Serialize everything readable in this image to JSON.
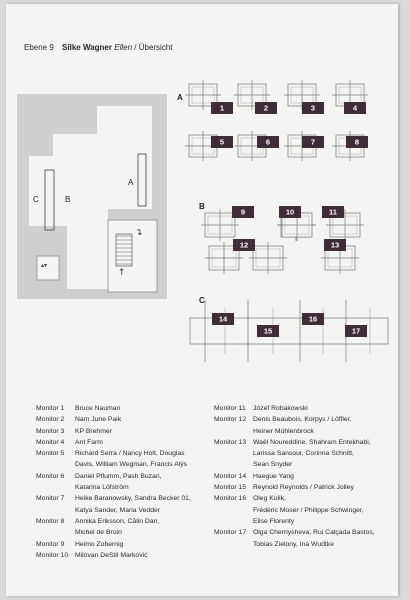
{
  "header": {
    "level": "Ebene 9",
    "artist": "Silke Wagner",
    "work": "Ellen",
    "suffix": "/ Übersicht"
  },
  "floorplan": {
    "labels": [
      "A",
      "B",
      "C"
    ],
    "elevator_glyph": "▴▾",
    "stair_up_glyph": "↑",
    "stair_turn_glyph": "↴"
  },
  "plans": [
    {
      "label": "A",
      "rows": [
        {
          "numbers": [
            "1",
            "2",
            "3",
            "4"
          ]
        },
        {
          "numbers": [
            "5",
            "6",
            "7",
            "8"
          ]
        }
      ]
    },
    {
      "label": "B",
      "rows": [
        {
          "numbers": [
            "9",
            "10",
            "11"
          ]
        },
        {
          "numbers": [
            "12",
            "13"
          ]
        }
      ]
    },
    {
      "label": "C",
      "rows": [
        {
          "numbers": [
            "14",
            "15",
            "16",
            "17"
          ]
        }
      ]
    }
  ],
  "monitors_left": [
    {
      "label": "Monitor 1",
      "lines": [
        "Bruce Nauman"
      ]
    },
    {
      "label": "Monitor 2",
      "lines": [
        "Nam June Paik"
      ]
    },
    {
      "label": "Monitor 3",
      "lines": [
        "KP Brehmer"
      ]
    },
    {
      "label": "Monitor 4",
      "lines": [
        "Ant Farm"
      ]
    },
    {
      "label": "Monitor 5",
      "lines": [
        "Richard Serra / Nancy Holt, Douglas",
        "Davis, William Wegman, Francis Alÿs"
      ]
    },
    {
      "label": "Monitor 6",
      "lines": [
        "Daniel Pflumm, Pash Buzari,",
        "Katarina Löfström"
      ]
    },
    {
      "label": "Monitor 7",
      "lines": [
        "Heike Baranowsky, Sandra Becker 01,",
        "Katya Sander, Maria Vedder"
      ]
    },
    {
      "label": "Monitor 8",
      "lines": [
        "Annika Eriksson, Călin Dan,",
        "Michel de Broin"
      ]
    },
    {
      "label": "Monitor 9",
      "lines": [
        "Heimo Zobernig"
      ]
    },
    {
      "label": "Monitor 10",
      "lines": [
        "Milovan DeStil Marković"
      ]
    }
  ],
  "monitors_right": [
    {
      "label": "Monitor 11",
      "lines": [
        "Józef Robakowski"
      ]
    },
    {
      "label": "Monitor 12",
      "lines": [
        "Denis Beaubois, Korpys / Löffler,",
        "Heiner Mühlenbrock"
      ]
    },
    {
      "label": "Monitor 13",
      "lines": [
        "Waël Noureddine, Shahram Entekhabi,",
        "Larissa Sansour, Corinna Schnitt,",
        "Sean Snyder"
      ]
    },
    {
      "label": "Monitor 14",
      "lines": [
        "Haegue Yang"
      ]
    },
    {
      "label": "Monitor 15",
      "lines": [
        "Reynold Reynolds / Patrick Jolley"
      ]
    },
    {
      "label": "Monitor 16",
      "lines": [
        "Oleg Kulik,",
        "Frédéric Moser / Philippe Schwinger,",
        "Elise Florenty"
      ]
    },
    {
      "label": "Monitor 17",
      "lines": [
        "Olga Chernysheva, Rui Calçada Bastos,",
        "Tobias Zielony, Ina Wudtke"
      ]
    }
  ]
}
